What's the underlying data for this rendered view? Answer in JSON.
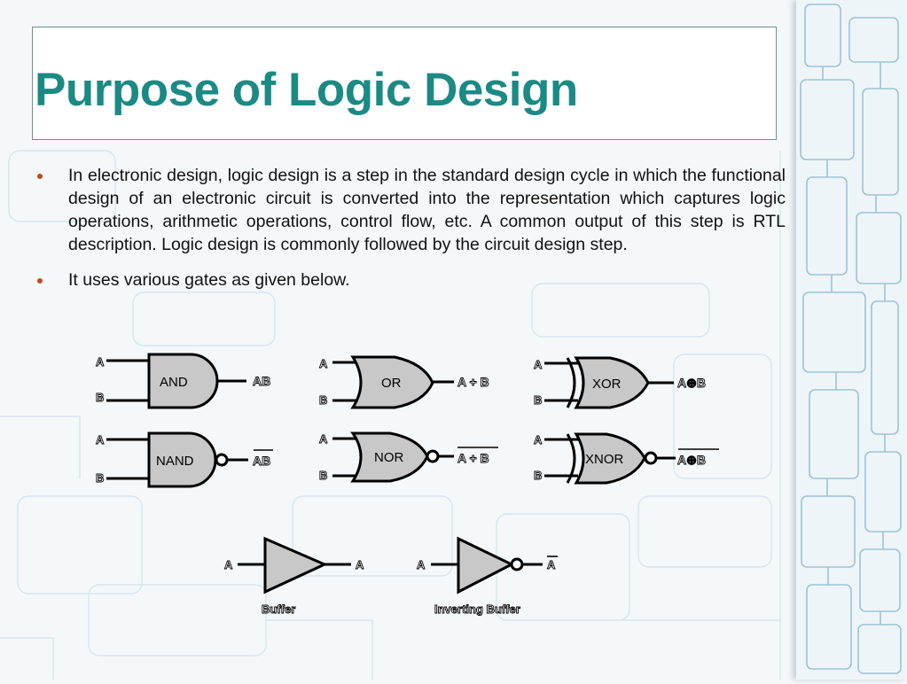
{
  "slide": {
    "title": "Purpose of Logic Design",
    "bullets": [
      "In electronic design, logic design is a step in the standard design cycle in which the functional design of an electronic circuit is converted into the representation which captures logic operations, arithmetic operations, control flow, etc. A common output of this step is RTL description. Logic design is commonly followed by the circuit design step.",
      "It uses various gates as given below."
    ]
  },
  "gates": {
    "and": {
      "name": "AND",
      "in1": "A",
      "in2": "B",
      "output": "AB"
    },
    "or": {
      "name": "OR",
      "in1": "A",
      "in2": "B",
      "output": "A + B"
    },
    "xor": {
      "name": "XOR",
      "in1": "A",
      "in2": "B",
      "output": "A⊕B"
    },
    "nand": {
      "name": "NAND",
      "in1": "A",
      "in2": "B",
      "output": "AB"
    },
    "nor": {
      "name": "NOR",
      "in1": "A",
      "in2": "B",
      "output": "A + B"
    },
    "xnor": {
      "name": "XNOR",
      "in1": "A",
      "in2": "B",
      "output": "A⊕B"
    },
    "buffer": {
      "input": "A",
      "output": "A",
      "caption": "Buffer"
    },
    "inverting_buffer": {
      "input": "A",
      "output": "A",
      "caption": "Inverting Buffer"
    }
  },
  "colors": {
    "title": "#1b8a84",
    "bullet": "#c44a1a",
    "gate_fill": "#c8c8c8"
  }
}
